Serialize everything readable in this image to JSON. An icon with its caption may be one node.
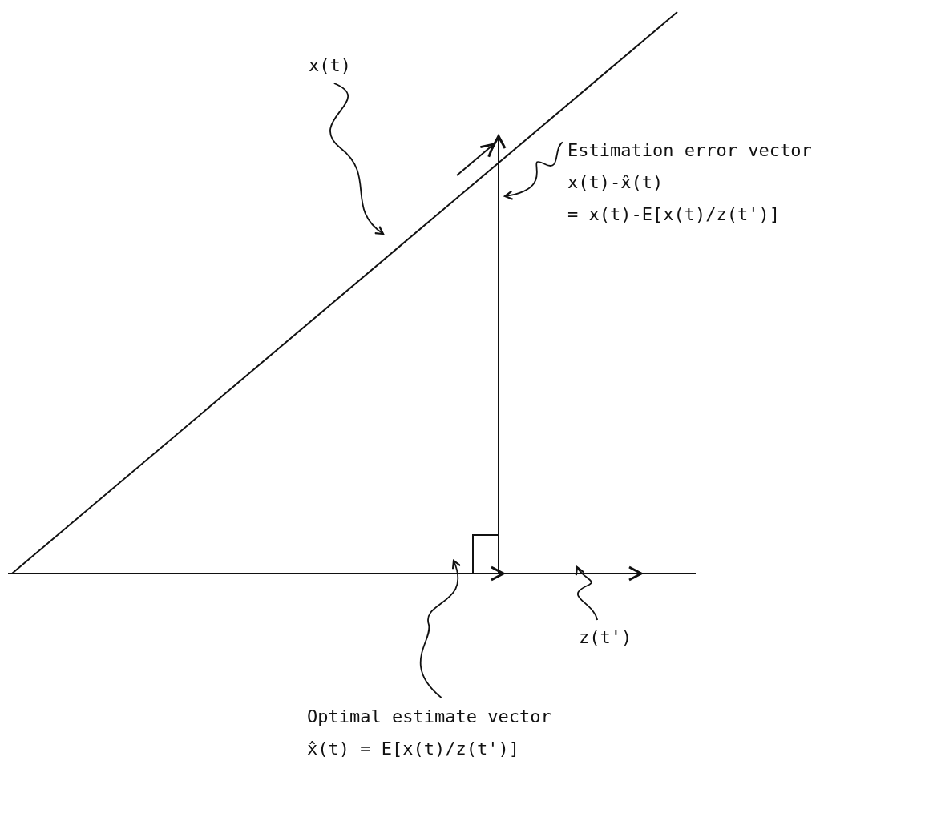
{
  "diagram": {
    "nodes": [
      {
        "text": [
          "x(t)"
        ]
      },
      {
        "text": [
          "Estimation error vector",
          "x(t)-x̂(t)",
          "= x(t)-E[x(t)/z(t')]"
        ]
      },
      {
        "text": [
          "Optimal estimate vector",
          "x̂(t) = E[x(t)/z(t')]"
        ]
      },
      {
        "text": [
          "z(t')"
        ]
      }
    ],
    "edges": [
      {
        "from": 0,
        "to": null,
        "arrow": "to"
      },
      {
        "from": 1,
        "to": null,
        "arrow": "to"
      },
      {
        "from": 2,
        "to": null,
        "arrow": "to"
      },
      {
        "from": 3,
        "to": null,
        "arrow": "to"
      }
    ]
  }
}
